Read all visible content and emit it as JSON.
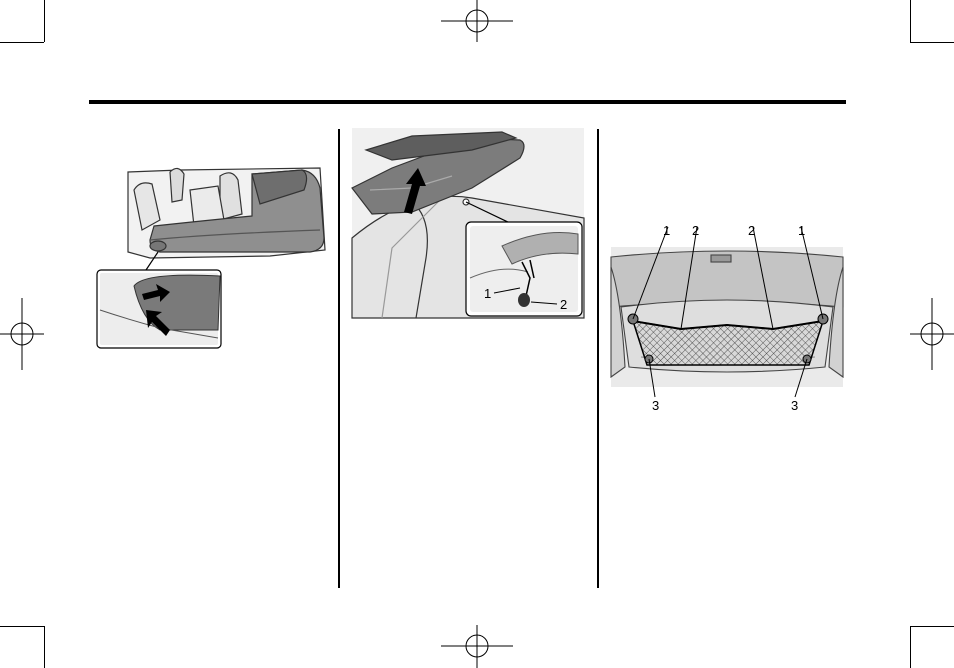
{
  "figure_center": {
    "callouts": [
      "1",
      "2"
    ]
  },
  "figure_right": {
    "callouts": [
      "1",
      "2",
      "2",
      "1",
      "3",
      "3"
    ]
  }
}
